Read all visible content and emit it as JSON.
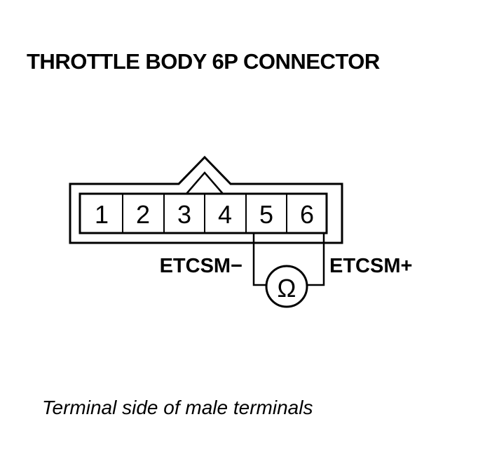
{
  "title": "THROTTLE BODY 6P CONNECTOR",
  "connector": {
    "pins": [
      "1",
      "2",
      "3",
      "4",
      "5",
      "6"
    ]
  },
  "labels": {
    "negative": "ETCSM−",
    "positive": "ETCSM+",
    "meter_symbol": "Ω"
  },
  "caption": "Terminal side of male terminals",
  "colors": {
    "line": "#000000",
    "background": "#ffffff"
  }
}
